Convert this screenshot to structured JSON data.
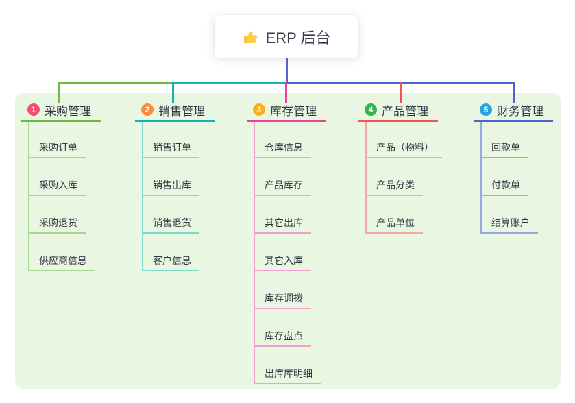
{
  "root": {
    "label": "ERP 后台",
    "icon": "thumbs-up-icon"
  },
  "colors": {
    "page_bg": "#ffffff",
    "panel_bg": "#e9f6e1",
    "stem": "#5166d6",
    "text": "#333a45"
  },
  "branches": [
    {
      "index": "1",
      "label": "采购管理",
      "badge_color": "#f4516c",
      "line_color": "#6cbb3f",
      "child_line_color": "#a8d68a",
      "children": [
        "采购订单",
        "采购入库",
        "采购退货",
        "供应商信息"
      ]
    },
    {
      "index": "2",
      "label": "销售管理",
      "badge_color": "#fb8c3c",
      "line_color": "#14b3ab",
      "child_line_color": "#7ed8cd",
      "children": [
        "销售订单",
        "销售出库",
        "销售退货",
        "客户信息"
      ]
    },
    {
      "index": "3",
      "label": "库存管理",
      "badge_color": "#fbae17",
      "line_color": "#e8429e",
      "child_line_color": "#f19fd0",
      "children": [
        "仓库信息",
        "产品库存",
        "其它出库",
        "其它入库",
        "库存调拨",
        "库存盘点",
        "出库库明细"
      ]
    },
    {
      "index": "4",
      "label": "产品管理",
      "badge_color": "#2db84d",
      "line_color": "#f05455",
      "child_line_color": "#f5a6a6",
      "children": [
        "产品（物料）",
        "产品分类",
        "产品单位"
      ]
    },
    {
      "index": "5",
      "label": "财务管理",
      "badge_color": "#27a5e2",
      "line_color": "#4a63cf",
      "child_line_color": "#98aae6",
      "children": [
        "回款单",
        "付款单",
        "结算账户"
      ]
    }
  ]
}
